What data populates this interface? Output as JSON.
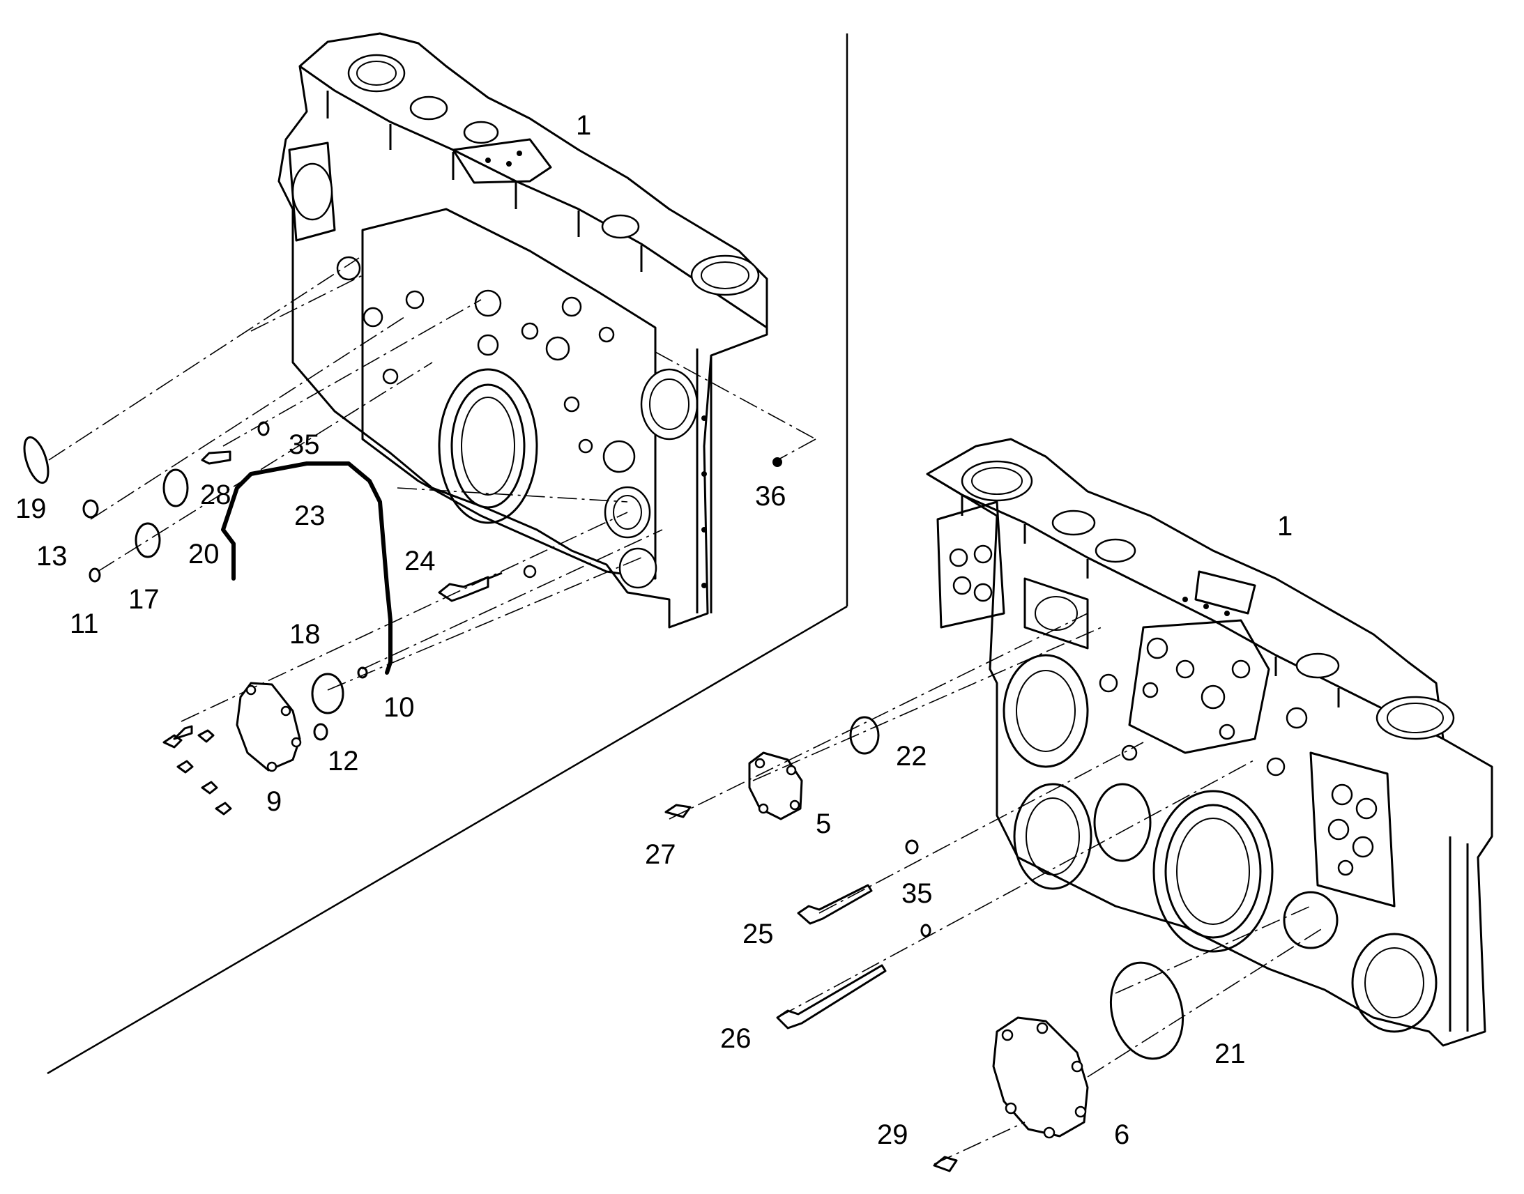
{
  "callouts": {
    "c1_upper": "1",
    "c1_lower": "1",
    "c5": "5",
    "c6": "6",
    "c9": "9",
    "c10": "10",
    "c11": "11",
    "c12": "12",
    "c13": "13",
    "c17": "17",
    "c18": "18",
    "c19": "19",
    "c20": "20",
    "c21": "21",
    "c22": "22",
    "c23": "23",
    "c24": "24",
    "c25": "25",
    "c26": "26",
    "c27": "27",
    "c28": "28",
    "c29": "29",
    "c35_upper": "35",
    "c35_lower": "35",
    "c36": "36"
  },
  "colors": {
    "ink": "#000000",
    "paper": "#ffffff"
  }
}
